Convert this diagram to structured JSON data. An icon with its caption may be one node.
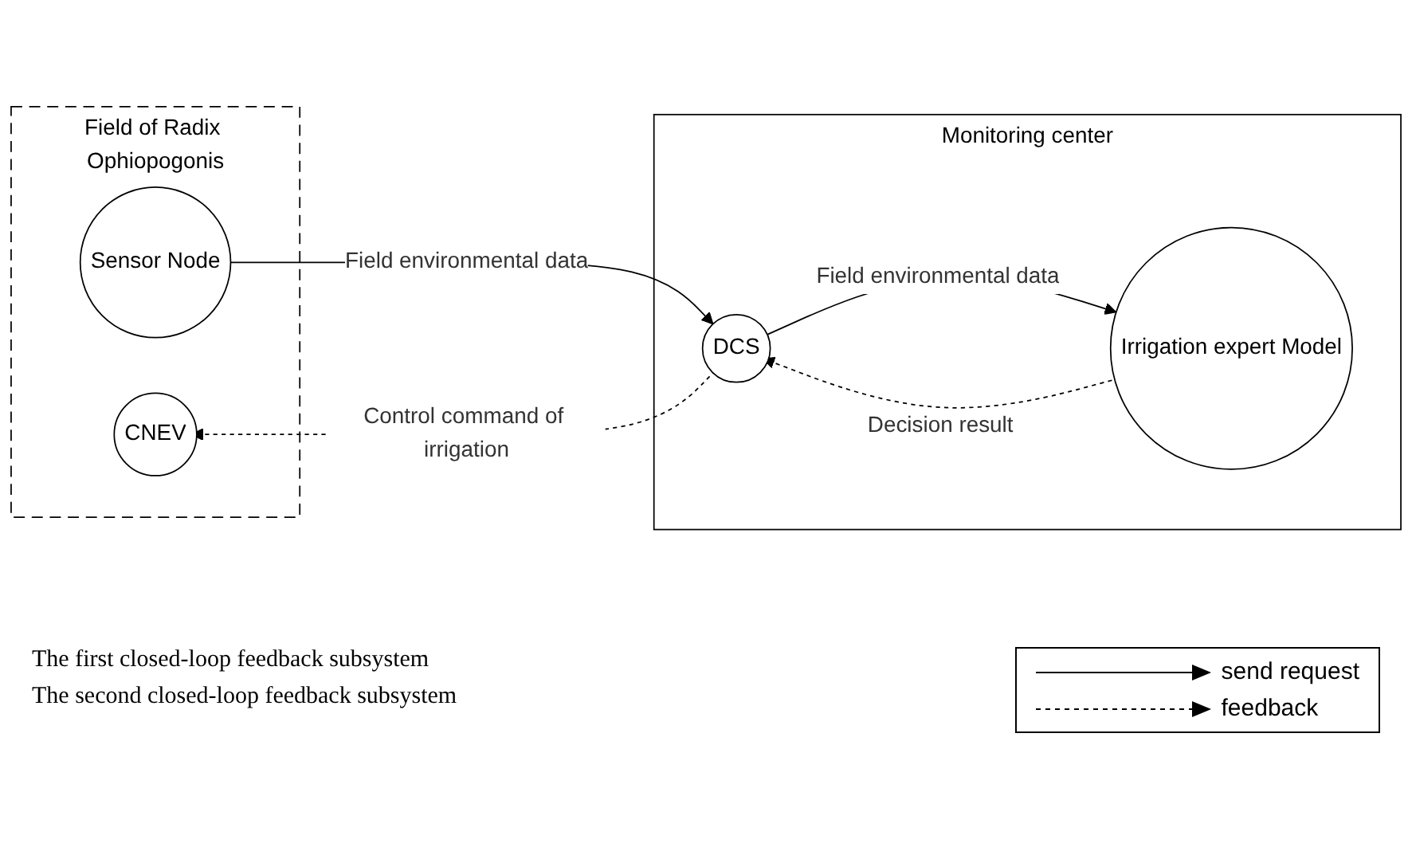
{
  "diagram": {
    "nodes": [
      {
        "text": [
          "Field of Radix Ophiopogonis"
        ]
      },
      {
        "text": [
          "Sensor Node"
        ],
        "in": 0
      },
      {
        "text": [
          "CNEV"
        ],
        "in": 0
      },
      {
        "text": [
          "Monitoring center"
        ]
      },
      {
        "text": [
          "DCS"
        ],
        "in": 3
      },
      {
        "text": [
          "Irrigation expert Model"
        ],
        "in": 3
      }
    ],
    "edges": [
      {
        "from": 1,
        "to": 4,
        "arrow": "to",
        "label": "Field environmental data"
      },
      {
        "from": 4,
        "to": 2,
        "arrow": "to",
        "label": "Control command of irrigation",
        "style": "dashed"
      },
      {
        "from": 4,
        "to": 5,
        "arrow": "to",
        "label": "Field environmental data"
      },
      {
        "from": 5,
        "to": 4,
        "arrow": "to",
        "label": "Decision result",
        "style": "dashed"
      }
    ],
    "labels": [
      "The first closed-loop feedback subsystem",
      "The second closed-loop feedback subsystem"
    ],
    "legend": [
      {
        "text": "send request"
      },
      {
        "text": "feedback"
      }
    ]
  }
}
